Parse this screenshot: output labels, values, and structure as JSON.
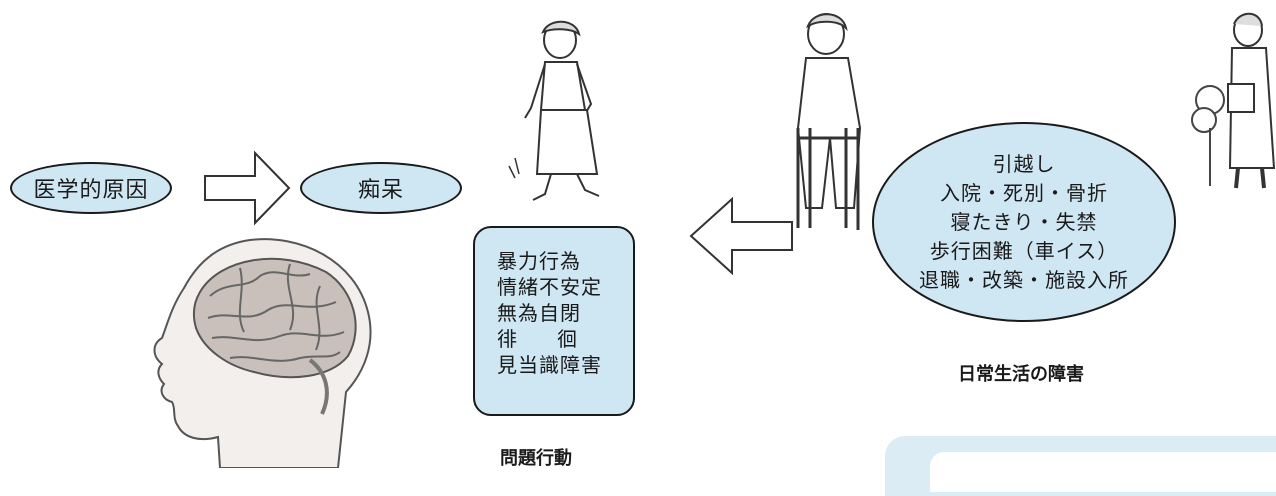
{
  "diagram": {
    "cause_label": "医学的原因",
    "dementia_label": "痴呆",
    "problem_behaviors": [
      "暴力行為",
      "情緒不安定",
      "無為自閉",
      "徘徊",
      "見当識障害"
    ],
    "problem_behaviors_caption": "問題行動",
    "daily_life_events": [
      "引越し",
      "入院・死別・骨折",
      "寝たきり・失禁",
      "歩行困難（車イス）",
      "退職・改築・施設入所"
    ],
    "daily_life_caption": "日常生活の障害",
    "colors": {
      "fill": "#cfe6f3",
      "stroke": "#1a1a1a",
      "panel": "#dcecf4"
    },
    "illustrations": [
      "brain-head-icon",
      "wandering-woman-icon",
      "woman-with-walker-icon",
      "elderly-woman-with-flowers-icon"
    ]
  }
}
